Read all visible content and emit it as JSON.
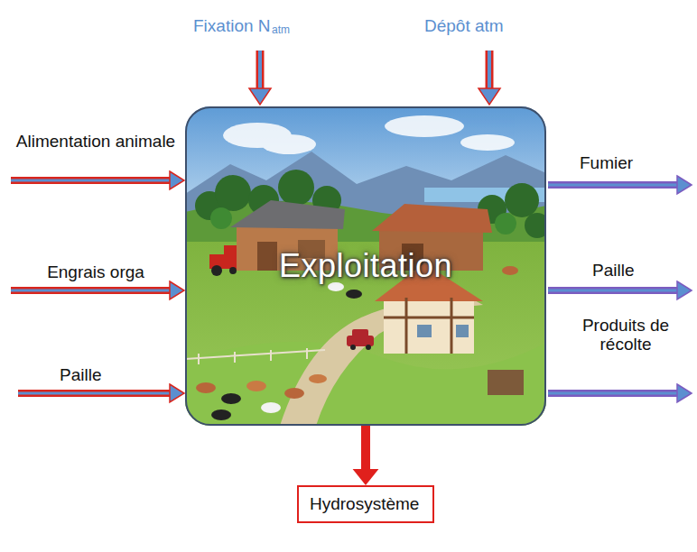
{
  "diagram": {
    "nodes": [
      {
        "text": [
          "Exploitation"
        ]
      },
      {
        "text": [
          "Hydrosystème"
        ]
      }
    ],
    "edges": [
      {
        "from": 0,
        "to": 1,
        "arrow": "to"
      }
    ],
    "labels": [
      "Fixation N",
      "atm",
      "Dépôt atm",
      "Alimentation animale",
      "Engrais orga",
      "Paille",
      "Fumier",
      "Paille",
      "Produits de récolte"
    ]
  }
}
